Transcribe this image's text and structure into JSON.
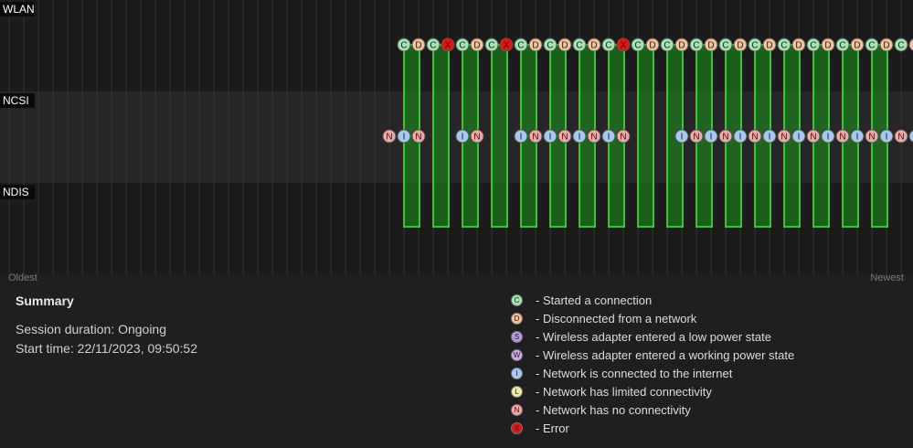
{
  "lanes": [
    "WLAN",
    "NCSI",
    "NDIS"
  ],
  "axis": {
    "left": "Oldest",
    "right": "Newest"
  },
  "summary": {
    "title": "Summary",
    "session_duration": "Session duration: Ongoing",
    "start_time": "Start time: 22/11/2023, 09:50:52"
  },
  "event_types": {
    "C": {
      "letter": "C",
      "color": "#a6e3b4",
      "description": "- Started a connection"
    },
    "D": {
      "letter": "D",
      "color": "#f4c2a1",
      "description": "- Disconnected from a network"
    },
    "S": {
      "letter": "S",
      "color": "#b59ae0",
      "description": "- Wireless adapter entered a low power state"
    },
    "W": {
      "letter": "W",
      "color": "#d4a6f0",
      "description": "- Wireless adapter entered a working power state"
    },
    "I": {
      "letter": "I",
      "color": "#a8c8f0",
      "description": "- Network is connected to the internet"
    },
    "L": {
      "letter": "L",
      "color": "#f0eca0",
      "description": "- Network has limited connectivity"
    },
    "N": {
      "letter": "N",
      "color": "#f4a7a7",
      "description": "- Network has no connectivity"
    },
    "X": {
      "letter": "X",
      "color": "#e01515",
      "description": "- Error"
    }
  },
  "legend_order": [
    "C",
    "D",
    "S",
    "W",
    "I",
    "L",
    "N",
    "X"
  ],
  "wlan_events": "CDCXCDCXCDCDCDCXCDCDCDCDCDCDCDCDCDCDC",
  "ncsi_events": "NIN__IN__ININININ___ININININININININININI",
  "connections": 17
}
